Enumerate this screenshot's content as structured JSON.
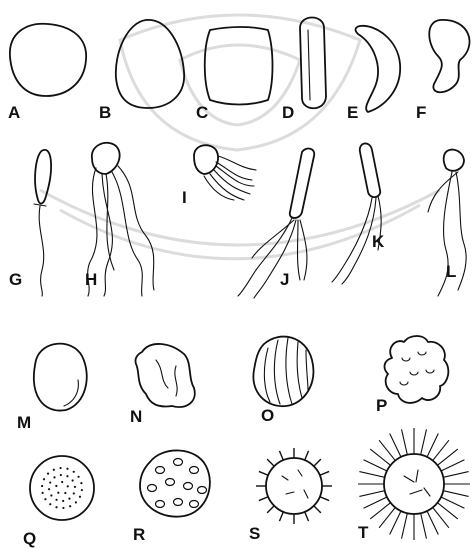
{
  "labels": {
    "a": "A",
    "b": "B",
    "c": "C",
    "d": "D",
    "e": "E",
    "f": "F",
    "g": "G",
    "h": "H",
    "i": "I",
    "j": "J",
    "k": "K",
    "l": "L",
    "m": "M",
    "n": "N",
    "o": "O",
    "p": "P",
    "q": "Q",
    "r": "R",
    "s": "S",
    "t": "T"
  },
  "colors": {
    "ink": "#111111",
    "watermark": "#dcdcdc",
    "background": "#ffffff"
  }
}
